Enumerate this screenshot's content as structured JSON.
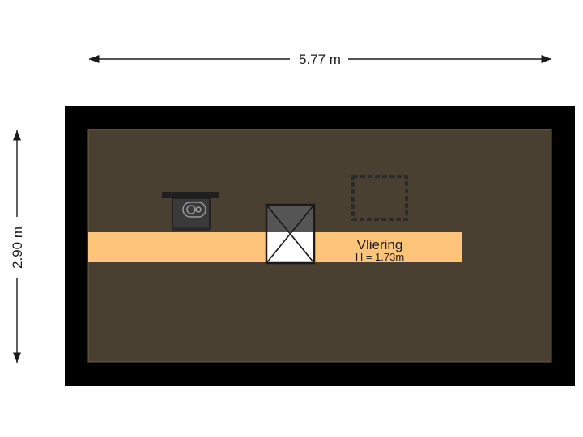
{
  "dimensions": {
    "width_label": "5.77 m",
    "height_label": "2.90 m"
  },
  "room": {
    "name": "Vliering",
    "height_label": "H = 1.73m"
  },
  "colors": {
    "wall": "#000000",
    "floor": "#4a4032",
    "floor_edge": "#6b5d44",
    "highlight_band": "#fdc57a",
    "dimension_line": "#1a1a1a",
    "fixture_dark": "#3a3a3a",
    "hatch_fill": "#555555"
  },
  "icons": {
    "boiler": "boiler-icon",
    "roof_hatch": "roof-hatch-icon",
    "storage_outline": "dashed-storage-icon"
  }
}
